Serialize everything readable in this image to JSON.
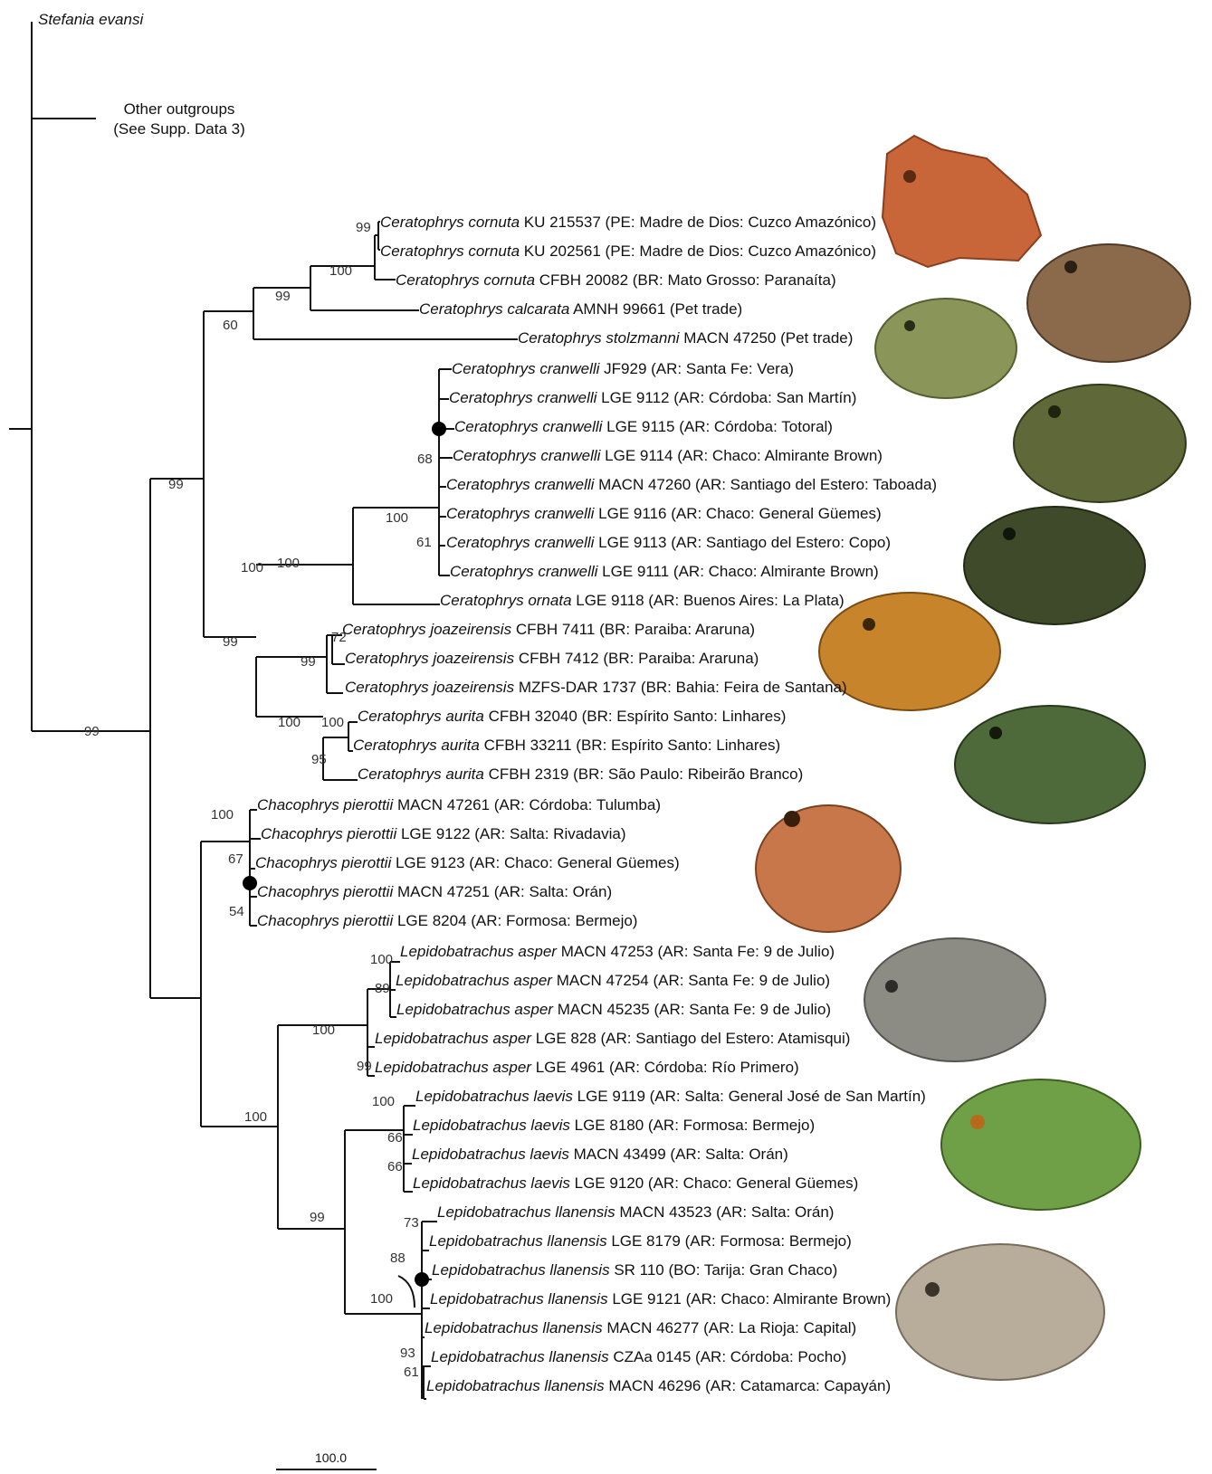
{
  "outgroup": {
    "stefania": "Stefania evansi",
    "other_line1": "Other outgroups",
    "other_line2": "(See Supp. Data 3)"
  },
  "taxa": [
    {
      "genus": "Ceratophrys cornuta",
      "rest": " KU 215537 (PE: Madre de Dios: Cuzco Amazónico)"
    },
    {
      "genus": "Ceratophrys cornuta",
      "rest": " KU 202561 (PE: Madre de Dios: Cuzco Amazónico)"
    },
    {
      "genus": "Ceratophrys cornuta",
      "rest": " CFBH 20082 (BR: Mato Grosso: Paranaíta)"
    },
    {
      "genus": "Ceratophrys calcarata",
      "rest": " AMNH 99661 (Pet trade)"
    },
    {
      "genus": "Ceratophrys stolzmanni",
      "rest": " MACN 47250 (Pet trade)"
    },
    {
      "genus": "Ceratophrys cranwelli",
      "rest": " JF929 (AR: Santa Fe: Vera)"
    },
    {
      "genus": "Ceratophrys cranwelli",
      "rest": " LGE 9112 (AR: Córdoba: San Martín)"
    },
    {
      "genus": "Ceratophrys cranwelli",
      "rest": " LGE 9115 (AR: Córdoba: Totoral)"
    },
    {
      "genus": "Ceratophrys cranwelli",
      "rest": " LGE 9114 (AR: Chaco: Almirante Brown)"
    },
    {
      "genus": "Ceratophrys cranwelli",
      "rest": " MACN 47260 (AR: Santiago del Estero: Taboada)"
    },
    {
      "genus": "Ceratophrys cranwelli",
      "rest": " LGE 9116 (AR: Chaco: General Güemes)"
    },
    {
      "genus": "Ceratophrys cranwelli",
      "rest": " LGE 9113 (AR: Santiago del Estero: Copo)"
    },
    {
      "genus": "Ceratophrys cranwelli",
      "rest": " LGE 9111 (AR: Chaco: Almirante Brown)"
    },
    {
      "genus": "Ceratophrys ornata",
      "rest": " LGE 9118 (AR: Buenos Aires: La Plata)"
    },
    {
      "genus": "Ceratophrys joazeirensis",
      "rest": " CFBH 7411 (BR: Paraiba: Araruna)"
    },
    {
      "genus": "Ceratophrys joazeirensis",
      "rest": " CFBH 7412 (BR: Paraiba: Araruna)"
    },
    {
      "genus": "Ceratophrys joazeirensis",
      "rest": "  MZFS-DAR 1737 (BR: Bahia: Feira de Santana)"
    },
    {
      "genus": "Ceratophrys aurita",
      "rest": " CFBH 32040 (BR: Espírito Santo: Linhares)"
    },
    {
      "genus": "Ceratophrys aurita",
      "rest": " CFBH 33211 (BR: Espírito Santo: Linhares)"
    },
    {
      "genus": "Ceratophrys aurita",
      "rest": " CFBH 2319 (BR: São Paulo: Ribeirão Branco)"
    },
    {
      "genus": "Chacophrys pierottii",
      "rest": " MACN 47261 (AR: Córdoba: Tulumba)"
    },
    {
      "genus": "Chacophrys pierottii",
      "rest": " LGE 9122 (AR: Salta: Rivadavia)"
    },
    {
      "genus": "Chacophrys pierottii",
      "rest": " LGE 9123 (AR: Chaco: General Güemes)"
    },
    {
      "genus": "Chacophrys pierottii",
      "rest": " MACN 47251 (AR: Salta: Orán)"
    },
    {
      "genus": "Chacophrys pierottii",
      "rest": " LGE 8204 (AR: Formosa: Bermejo)"
    },
    {
      "genus": "Lepidobatrachus asper",
      "rest": " MACN 47253 (AR: Santa Fe: 9 de Julio)"
    },
    {
      "genus": "Lepidobatrachus asper",
      "rest": " MACN 47254 (AR: Santa Fe: 9 de Julio)"
    },
    {
      "genus": "Lepidobatrachus asper",
      "rest": " MACN 45235 (AR: Santa Fe: 9 de Julio)"
    },
    {
      "genus": "Lepidobatrachus asper",
      "rest": " LGE 828 (AR: Santiago del Estero: Atamisqui)"
    },
    {
      "genus": "Lepidobatrachus asper",
      "rest": " LGE 4961 (AR: Córdoba: Río Primero)"
    },
    {
      "genus": "Lepidobatrachus laevis",
      "rest": " LGE 9119 (AR: Salta: General José de San Martín)"
    },
    {
      "genus": "Lepidobatrachus laevis",
      "rest": " LGE 8180 (AR: Formosa: Bermejo)"
    },
    {
      "genus": "Lepidobatrachus laevis",
      "rest": " MACN 43499 (AR: Salta: Orán)"
    },
    {
      "genus": "Lepidobatrachus laevis",
      "rest": " LGE 9120 (AR: Chaco: General Güemes)"
    },
    {
      "genus": "Lepidobatrachus llanensis",
      "rest": " MACN 43523 (AR: Salta: Orán)"
    },
    {
      "genus": "Lepidobatrachus llanensis",
      "rest": " LGE 8179 (AR: Formosa: Bermejo)"
    },
    {
      "genus": "Lepidobatrachus llanensis",
      "rest": " SR 110 (BO: Tarija: Gran Chaco)"
    },
    {
      "genus": "Lepidobatrachus llanensis",
      "rest": " LGE 9121 (AR: Chaco: Almirante Brown)"
    },
    {
      "genus": "Lepidobatrachus llanensis",
      "rest": " MACN 46277 (AR: La Rioja: Capital)"
    },
    {
      "genus": "Lepidobatrachus llanensis",
      "rest": " CZAa 0145 (AR: Córdoba: Pocho)"
    },
    {
      "genus": "Lepidobatrachus llanensis",
      "rest": " MACN 46296 (AR: Catamarca: Capayán)"
    }
  ],
  "support_values": [
    "99",
    "100",
    "99",
    "60",
    "68",
    "61",
    "100",
    "100",
    "72",
    "99",
    "100",
    "100",
    "95",
    "99",
    "99",
    "100",
    "67",
    "54",
    "100",
    "89",
    "99",
    "100",
    "100",
    "66",
    "66",
    "73",
    "88",
    "100",
    "93",
    "61",
    "99",
    "100",
    "99",
    "100"
  ],
  "scale_bar": {
    "label": "100.0"
  },
  "colors": {
    "branch": "#111111",
    "node_dot": "#000000"
  },
  "photos": [
    {
      "name": "ceratophrys-cornuta-photo",
      "color": "#c8663a"
    },
    {
      "name": "ceratophrys-calcarata-photo",
      "color": "#8a6a4a"
    },
    {
      "name": "ceratophrys-stolzmanni-photo",
      "color": "#7d8a4c"
    },
    {
      "name": "ceratophrys-cranwelli-photo",
      "color": "#4f5a2e"
    },
    {
      "name": "ceratophrys-ornata-photo",
      "color": "#3f4a2a"
    },
    {
      "name": "ceratophrys-joazeirensis-photo",
      "color": "#c7842a"
    },
    {
      "name": "ceratophrys-aurita-photo",
      "color": "#4e6a3a"
    },
    {
      "name": "chacophrys-pierottii-photo",
      "color": "#c7774a"
    },
    {
      "name": "lepidobatrachus-asper-photo",
      "color": "#8c8c84"
    },
    {
      "name": "lepidobatrachus-laevis-photo",
      "color": "#6fa048"
    },
    {
      "name": "lepidobatrachus-llanensis-photo",
      "color": "#b8ad9a"
    }
  ]
}
